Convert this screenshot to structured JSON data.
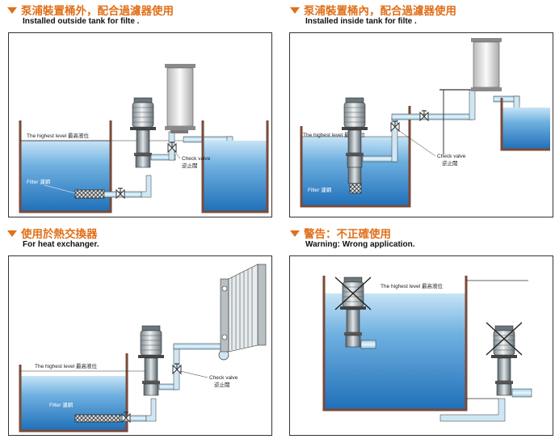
{
  "panels": [
    {
      "title_zh": "泵浦裝置桶外，配合過濾器使用",
      "title_en": "Installed outside tank for filte .",
      "level_label": "The highest level 最高液位",
      "filter_label": "Filter 濾網",
      "check_valve_en": "Check valve",
      "check_valve_zh": "逆止閥"
    },
    {
      "title_zh": "泵浦裝置桶內，配合過濾器使用",
      "title_en": "Installed inside tank for filte .",
      "level_label": "The highest level 最高液位",
      "filter_label": "Filter 濾網",
      "check_valve_en": "Check valve",
      "check_valve_zh": "逆止閥"
    },
    {
      "title_zh": "使用於熱交換器",
      "title_en": "For heat exchanger.",
      "level_label": "The highest level 最高液位",
      "filter_label": "Filter 濾網",
      "check_valve_en": "Check valve",
      "check_valve_zh": "逆止閥"
    },
    {
      "title_zh": "警告：不正確使用",
      "title_en": "Warning: Wrong application.",
      "level_label": "The highest level 最高液位"
    }
  ],
  "colors": {
    "accent": "#e0701a",
    "water": "#3f8ed0",
    "water_top": "#b9dcf2",
    "pipe": "#cfe7f4",
    "tank_wall": "#7a4a3a"
  }
}
